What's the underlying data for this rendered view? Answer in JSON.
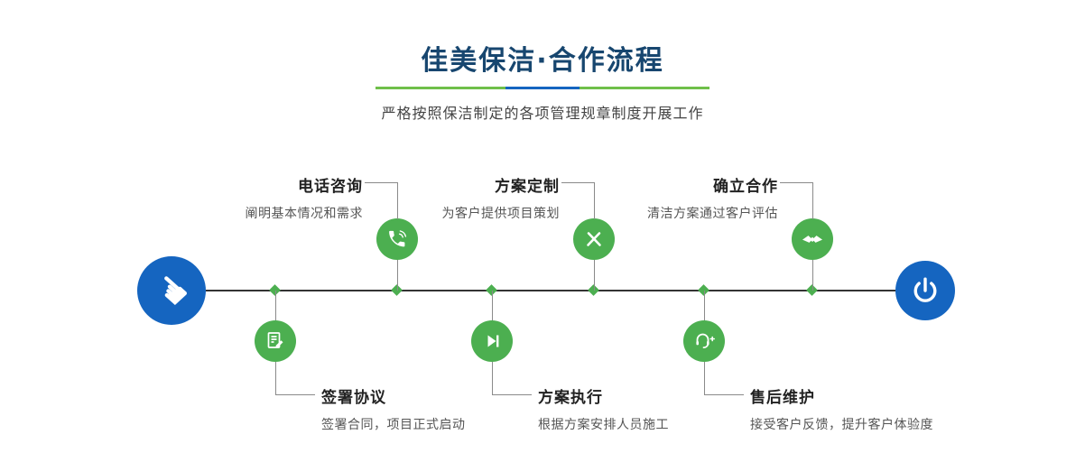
{
  "header": {
    "title": "佳美保洁·合作流程",
    "subtitle": "严格按照保洁制定的各项管理规章制度开展工作"
  },
  "steps": {
    "top": [
      {
        "label": "电话咨询",
        "desc": "阐明基本情况和需求",
        "icon": "phone-icon"
      },
      {
        "label": "方案定制",
        "desc": "为客户提供项目策划",
        "icon": "design-icon"
      },
      {
        "label": "确立合作",
        "desc": "清洁方案通过客户评估",
        "icon": "handshake-icon"
      }
    ],
    "bottom": [
      {
        "label": "签署协议",
        "desc": "签署合同，项目正式启动",
        "icon": "contract-icon"
      },
      {
        "label": "方案执行",
        "desc": "根据方案安排人员施工",
        "icon": "execute-icon"
      },
      {
        "label": "售后维护",
        "desc": "接受客户反馈，提升客户体验度",
        "icon": "aftersales-icon"
      }
    ]
  },
  "timeline": {
    "start_icon": "pointing-hand-icon",
    "end_icon": "power-icon"
  },
  "colors": {
    "title_navy": "#17466f",
    "accent_green": "#4caf50",
    "accent_blue": "#1565c0",
    "line": "#333333"
  }
}
